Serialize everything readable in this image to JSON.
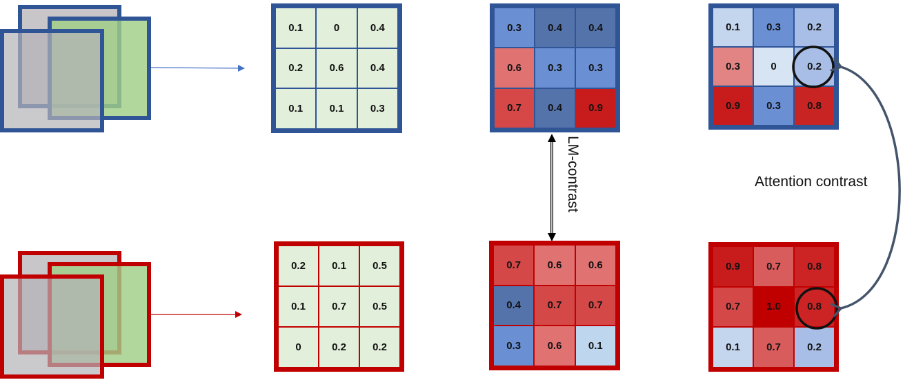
{
  "colors": {
    "blue_border": "#2f5597",
    "red_border": "#c00000",
    "feature_cell": "#e2efda",
    "layer_gray": "#c9c6cb",
    "layer_green": "#b0d69a",
    "arc_color": "#44546a"
  },
  "top": {
    "input_stack": {
      "border": "#2f5597"
    },
    "feature_map": {
      "values": [
        [
          "0.1",
          "0",
          "0.4"
        ],
        [
          "0.2",
          "0.6",
          "0.4"
        ],
        [
          "0.1",
          "0.1",
          "0.3"
        ]
      ]
    },
    "lm_map": {
      "values": [
        [
          "0.3",
          "0.4",
          "0.4"
        ],
        [
          "0.6",
          "0.3",
          "0.3"
        ],
        [
          "0.7",
          "0.4",
          "0.9"
        ]
      ],
      "colors": [
        [
          "#6a8fd3",
          "#5573ab",
          "#5573ab"
        ],
        [
          "#e07272",
          "#6a8fd3",
          "#6a8fd3"
        ],
        [
          "#d64848",
          "#5573ab",
          "#c81c1c"
        ]
      ]
    },
    "attention_map": {
      "values": [
        [
          "0.1",
          "0.3",
          "0.2"
        ],
        [
          "0.3",
          "0",
          "0.2"
        ],
        [
          "0.9",
          "0.3",
          "0.8"
        ]
      ],
      "colors": [
        [
          "#c4d5ee",
          "#6a8fd3",
          "#a9bee6"
        ],
        [
          "#e38484",
          "#d6e4f4",
          "#a9bee6"
        ],
        [
          "#c81c1c",
          "#6a8fd3",
          "#c82424"
        ]
      ],
      "highlighted_cell": [
        1,
        2
      ]
    }
  },
  "bottom": {
    "input_stack": {
      "border": "#c00000"
    },
    "feature_map": {
      "values": [
        [
          "0.2",
          "0.1",
          "0.5"
        ],
        [
          "0.1",
          "0.7",
          "0.5"
        ],
        [
          "0",
          "0.2",
          "0.2"
        ]
      ]
    },
    "lm_map": {
      "values": [
        [
          "0.7",
          "0.6",
          "0.6"
        ],
        [
          "0.4",
          "0.7",
          "0.7"
        ],
        [
          "0.3",
          "0.6",
          "0.1"
        ]
      ],
      "colors": [
        [
          "#d44848",
          "#e07272",
          "#e07272"
        ],
        [
          "#5573ab",
          "#d44848",
          "#d44848"
        ],
        [
          "#6a8fd3",
          "#e07272",
          "#bfd6ef"
        ]
      ]
    },
    "attention_map": {
      "values": [
        [
          "0.9",
          "0.7",
          "0.8"
        ],
        [
          "0.7",
          "1.0",
          "0.8"
        ],
        [
          "0.1",
          "0.7",
          "0.2"
        ]
      ],
      "colors": [
        [
          "#c81c1c",
          "#d85c5c",
          "#cc2424"
        ],
        [
          "#d44848",
          "#c00000",
          "#cc2424"
        ],
        [
          "#c4d5ee",
          "#d85c5c",
          "#a9bee6"
        ]
      ],
      "highlighted_cell": [
        1,
        2
      ]
    }
  },
  "labels": {
    "lm_contrast": "LM-contrast",
    "attention_contrast": "Attention contrast"
  }
}
